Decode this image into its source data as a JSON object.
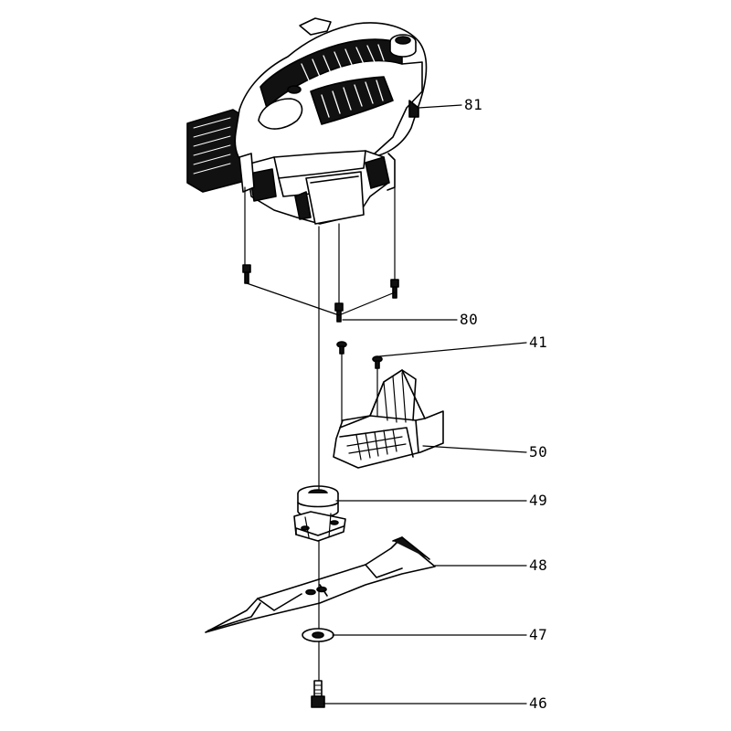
{
  "diagram": {
    "labels": {
      "engine": "81",
      "engine_bolts": "80",
      "deflector_screws": "41",
      "deflector": "50",
      "blade_adapter": "49",
      "blade": "48",
      "washer": "47",
      "blade_bolt": "46"
    },
    "colors": {
      "ink": "#000000",
      "paper": "#ffffff",
      "shade": "#444444"
    }
  }
}
